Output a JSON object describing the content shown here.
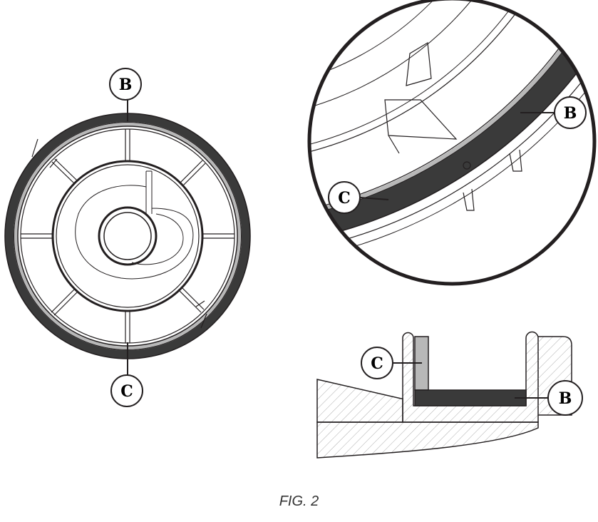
{
  "figure": {
    "caption": "FIG. 2",
    "callouts": {
      "top_view_b": "B",
      "top_view_c": "C",
      "detail_b": "B",
      "detail_c": "C",
      "section_b": "B",
      "section_c": "C"
    },
    "colors": {
      "seal_b": "#3a3a3a",
      "seal_c": "#b8b8b8",
      "line": "#231f20"
    }
  }
}
